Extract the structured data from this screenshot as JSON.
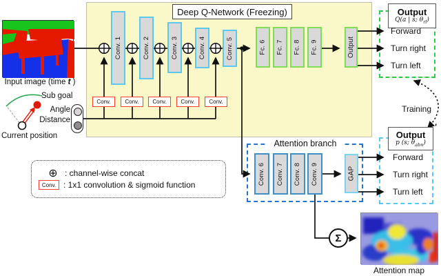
{
  "dqn": {
    "title": "Deep Q-Network (Freezing)",
    "conv_blocks": [
      "Conv. 1",
      "Conv. 2",
      "Conv. 3",
      "Conv. 4",
      "Conv. 5"
    ],
    "fc_blocks": [
      "Fc. 6",
      "Fc. 7",
      "Fc. 8",
      "Fc. 9"
    ],
    "output_block_label": "Output",
    "concat_conv_boxes": [
      "Conv.",
      "Conv.",
      "Conv.",
      "Conv.",
      "Conv."
    ]
  },
  "input_panel": {
    "caption_prefix": "Input image (time ",
    "time_symbol": "t",
    "caption_suffix": " )",
    "sub_goal_label": "Sub goal",
    "angle_label": "Angle",
    "distance_label": "Distance",
    "current_position_label": "Current position"
  },
  "q_output": {
    "title": "Output",
    "formula_prefix": "Q(a | s; θ",
    "formula_sub": "rl",
    "formula_suffix": ")",
    "actions": [
      "Forward",
      "Turn right",
      "Turn left"
    ]
  },
  "abn_output": {
    "title": "Output",
    "prime_symbol": "′",
    "formula_prefix": "p (s; θ",
    "formula_sub": "abn",
    "formula_suffix": ")",
    "actions": [
      "Forward",
      "Turn right",
      "Turn left"
    ]
  },
  "training_label": "Training",
  "attention_branch": {
    "title": "Attention branch",
    "conv_blocks": [
      "Conv. 6",
      "Conv. 7",
      "Conv. 8",
      "Conv. 9"
    ],
    "gap_label": "GAP"
  },
  "sum_node": {
    "sigma_symbol": "Σ"
  },
  "attention_map_label": "Attention map",
  "legend": {
    "concat_symbol": "⊕",
    "concat_text": ": channel-wise concat",
    "conv_box_label": "Conv.",
    "conv_text": ": 1x1 convolution & sigmoid function"
  },
  "colors": {
    "dqn_panel_fill": "#FAF8C8",
    "conv_border": "#5BC8F0",
    "fc_border": "#7FDC55",
    "abn_conv_border": "#3E8EC8",
    "gap_border": "#7AD4F0",
    "block_fill": "#D9D9D9",
    "one_by_one_conv_border": "#F6402C",
    "q_output_dash": "#2ECC40",
    "abn_output_dash": "#56C8F8",
    "attention_branch_dash": "#2277CC"
  }
}
